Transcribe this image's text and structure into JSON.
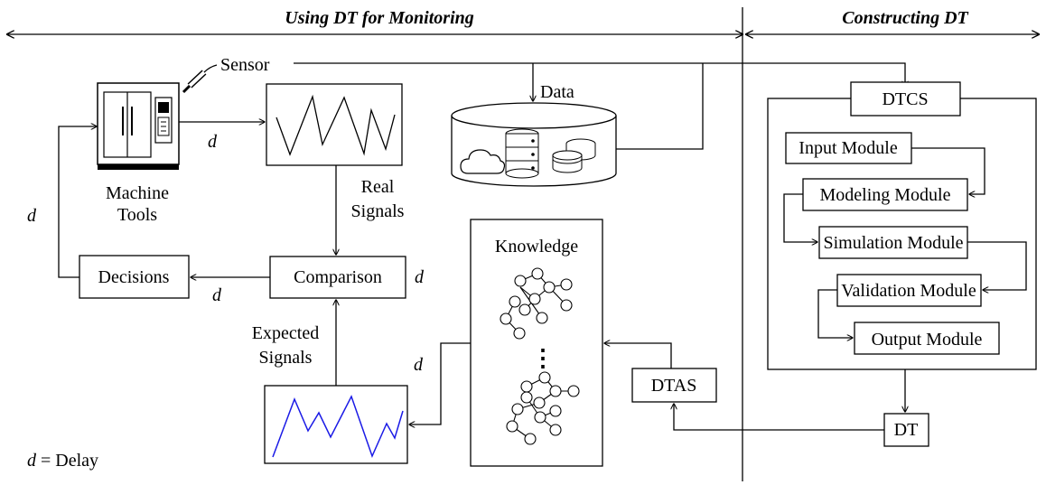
{
  "headers": {
    "left": "Using DT for Monitoring",
    "right": "Constructing DT"
  },
  "labels": {
    "sensor": "Sensor",
    "data": "Data",
    "machine_line1": "Machine",
    "machine_line2": "Tools",
    "real_line1": "Real",
    "real_line2": "Signals",
    "expected_line1": "Expected",
    "expected_line2": "Signals",
    "decisions": "Decisions",
    "comparison": "Comparison",
    "knowledge": "Knowledge",
    "dtas": "DTAS",
    "dtcs": "DTCS",
    "dt": "DT",
    "ellipsis": "⋮",
    "delay": "d",
    "delay_legend_var": "d",
    "delay_legend_text": " = Delay"
  },
  "modules": [
    "Input Module",
    "Modeling Module",
    "Simulation Module",
    "Validation Module",
    "Output Module"
  ],
  "colors": {
    "expected_signal": "#1a1ae6",
    "real_signal": "#000000"
  },
  "icons": [
    "machine-tool-icon",
    "sensor-icon",
    "database-icon",
    "cloud-icon",
    "knowledge-graph-icon"
  ]
}
